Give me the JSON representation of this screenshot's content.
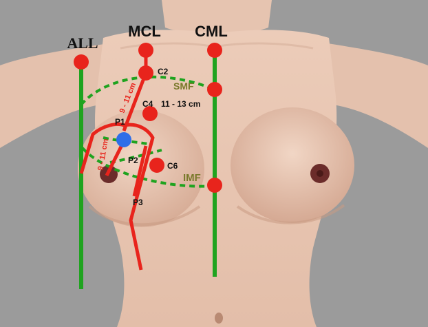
{
  "colors": {
    "background": "#9a9a9a",
    "skin": "#e9c9b5",
    "skin_shadow": "#c9a08a",
    "areola": "#6b2c2a",
    "line_red": "#e8241c",
    "line_green": "#1fa31f",
    "marker_blue": "#2f6ee8",
    "label_dark": "#111111",
    "label_olive": "#7a7a2c"
  },
  "axes": {
    "all": "ALL",
    "mcl": "MCL",
    "cml": "CML"
  },
  "curves": {
    "smf": "SMF",
    "imf": "IMF"
  },
  "points": {
    "c2": "C2",
    "c4": "C4",
    "c6": "C6",
    "p1": "P1",
    "p2": "P2",
    "p3": "P3"
  },
  "measurements": {
    "upper": "9 - 11 cm",
    "lower": "9 - 11 cm",
    "c4": "11 - 13 cm"
  }
}
